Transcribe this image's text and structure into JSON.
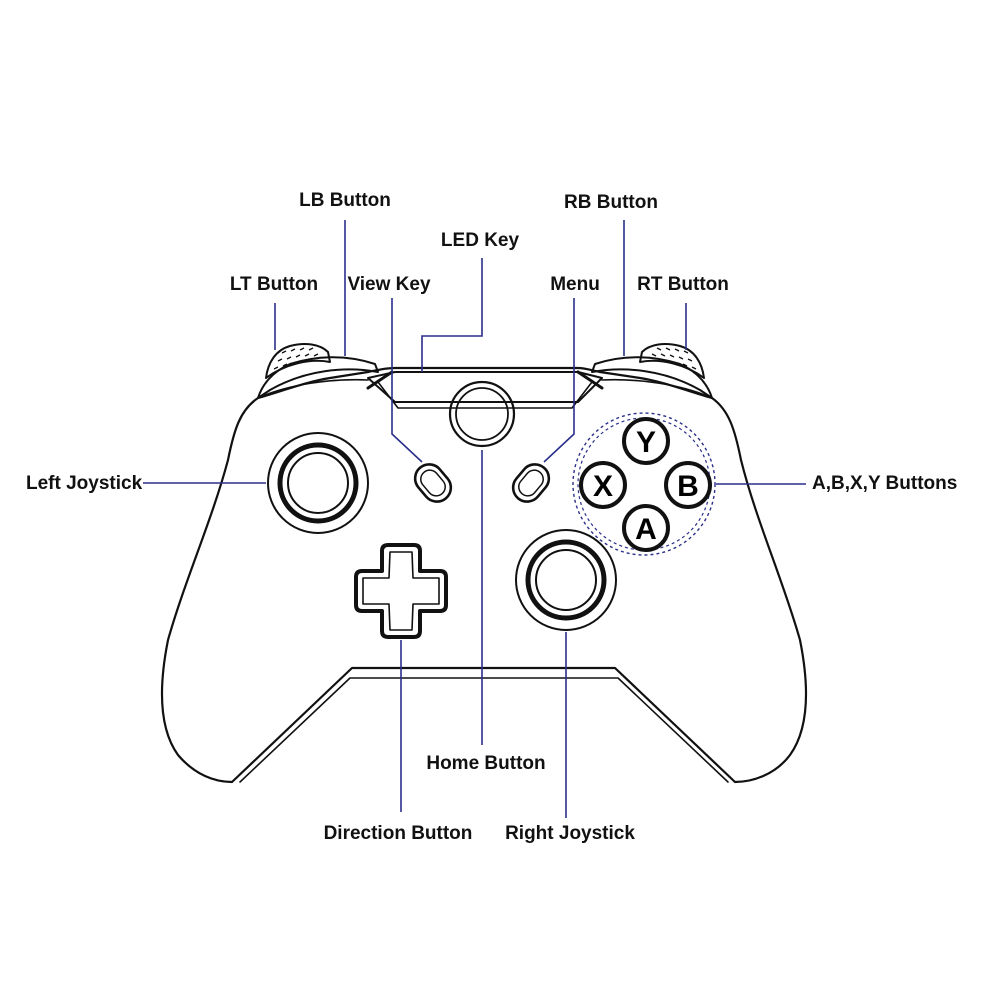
{
  "labels": {
    "lb_button": "LB Button",
    "rb_button": "RB Button",
    "led_key": "LED Key",
    "lt_button": "LT Button",
    "view_key": "View Key",
    "menu": "Menu",
    "rt_button": "RT Button",
    "left_joystick": "Left Joystick",
    "abxy_buttons": "A,B,X,Y Buttons",
    "home_button": "Home Button",
    "direction_button": "Direction Button",
    "right_joystick": "Right Joystick"
  },
  "face_buttons": {
    "y": "Y",
    "x": "X",
    "b": "B",
    "a": "A"
  },
  "colors": {
    "outline": "#111111",
    "leader_lines": "#2a2f8a",
    "background": "#ffffff"
  }
}
